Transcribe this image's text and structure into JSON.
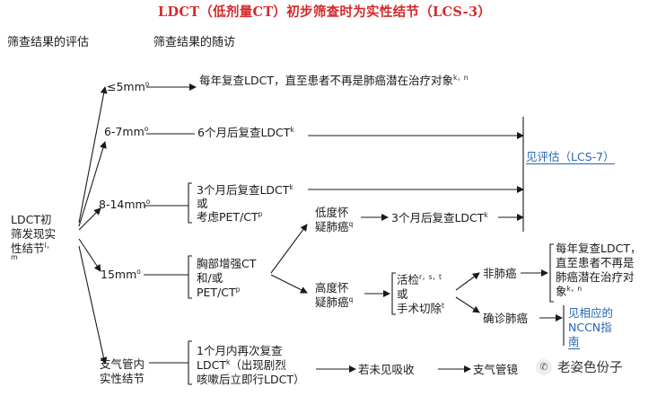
{
  "title": "LDCT（低剂量CT）初步筛查时为实性结节（LCS-3）",
  "headers": {
    "left": "筛查结果的评估",
    "right": "筛查结果的随访"
  },
  "root": {
    "lines": [
      "LDCT初",
      "筛发现实",
      "性结节"
    ],
    "sup": "l，",
    "sup2": "m"
  },
  "branches": {
    "le5": {
      "label": "≤5mm",
      "sup": "o"
    },
    "b6_7": {
      "label": "6-7mm",
      "sup": "o"
    },
    "b8_14": {
      "label": "8-14mm",
      "sup": "o"
    },
    "b15": {
      "label": "15mm",
      "sup": "o"
    },
    "airway": {
      "line1": "支气管内",
      "line2": "实性结节"
    }
  },
  "actions": {
    "le5_text": "每年复查LDCT，直至患者不再是肺癌潜在治疗对象",
    "le5_sup": "k，n",
    "b6_7_text": "6个月后复查LDCT",
    "b6_7_sup": "k",
    "b8_14": {
      "l1": "3个月后复查LDCT",
      "l1_sup": "k",
      "l2": "或",
      "l3": "考虑PET/CT",
      "l3_sup": "p"
    },
    "low_susp": {
      "l1": "低度怀",
      "l2": "疑肺癌",
      "sup": "q"
    },
    "low_follow": {
      "text": "3个月后复查LDCT",
      "sup": "k"
    },
    "b15": {
      "l1": "胸部增强CT",
      "l2": "和/或",
      "l3": "PET/CT",
      "l3_sup": "p"
    },
    "high_susp": {
      "l1": "高度怀",
      "l2": "疑肺癌",
      "sup": "q"
    },
    "biopsy": {
      "l1": "活检",
      "l1_sup": "r，s，t",
      "l2": "或",
      "l3": "手术切除",
      "l3_sup": "t"
    },
    "non_cancer": "非肺癌",
    "non_cancer_follow": {
      "l1": "每年复查LDCT，",
      "l2": "直至患者不再是",
      "l3": "肺癌潜在治疗对",
      "l4": "象",
      "sup": "k，n"
    },
    "confirmed": "确诊肺癌",
    "airway_box": {
      "l1": "1个月内再次复查",
      "l2": "LDCT",
      "l2_sup": "k",
      "l2_rest": "（出现剧烈",
      "l3": "咳嗽后立即行LDCT）"
    },
    "not_absorbed": "若未见吸收",
    "bronchoscopy": "支气管镜"
  },
  "refs": {
    "lcs7": "见评估（LCS-7）",
    "nccn": {
      "l1": "见相应的",
      "l2": "NCCN指",
      "l3": "南"
    }
  },
  "watermark": "老姿色份子",
  "colors": {
    "title": "#d42a2a",
    "link": "#2566b0",
    "lines": "#1a1a1a"
  }
}
